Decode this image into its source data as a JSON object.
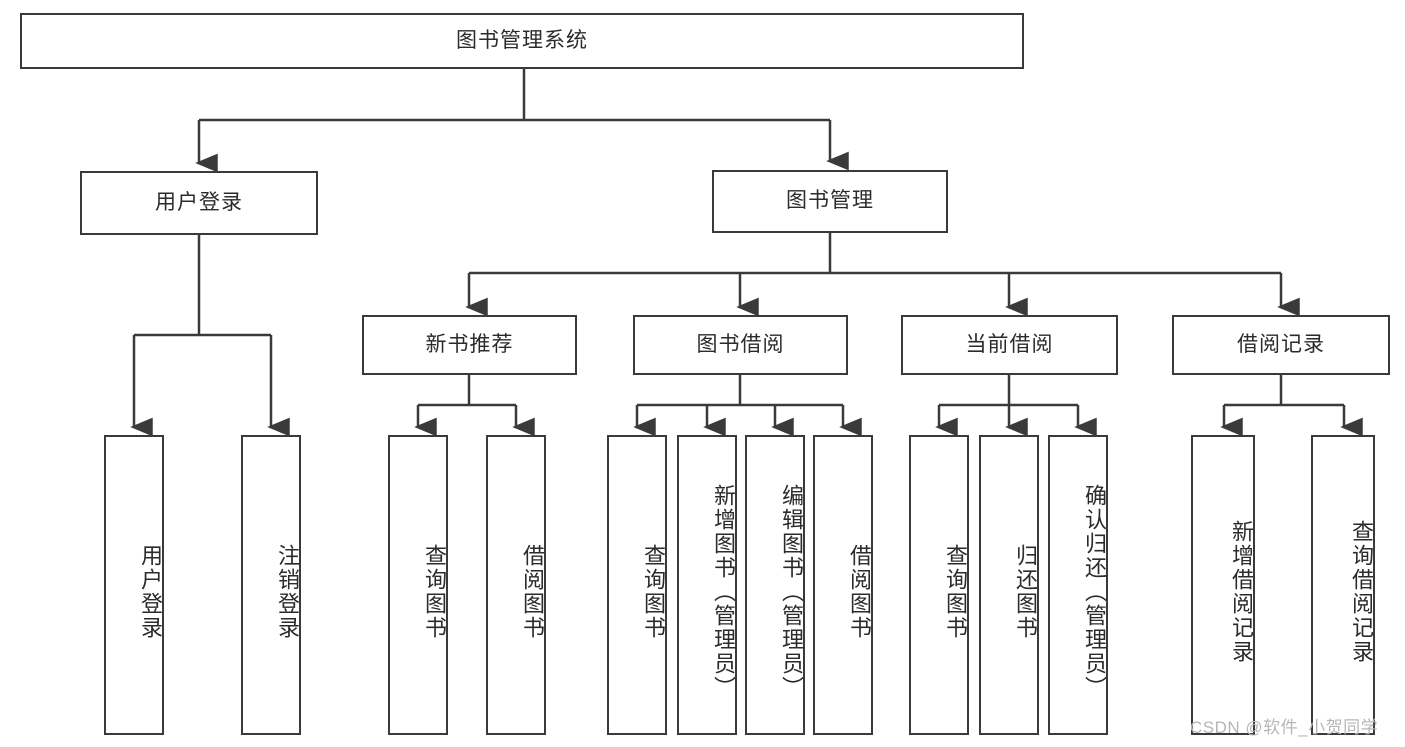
{
  "diagram": {
    "type": "tree-hierarchy",
    "title": "图书管理系统",
    "orientation": "top-down",
    "colors": {
      "box_border": "#3a3a3a",
      "box_fill": "#ffffff",
      "connector": "#3a3a3a",
      "text": "#2b2b2b",
      "watermark": "#b6b6b6"
    },
    "nodes": {
      "root": {
        "label": "图书管理系统",
        "level": 1,
        "text_orientation": "horizontal"
      },
      "l2": [
        {
          "id": "user-login",
          "label": "用户登录",
          "level": 2,
          "text_orientation": "horizontal"
        },
        {
          "id": "book-manage",
          "label": "图书管理",
          "level": 2,
          "text_orientation": "horizontal"
        }
      ],
      "l3": [
        {
          "id": "new-book-rec",
          "label": "新书推荐",
          "level": 3,
          "text_orientation": "horizontal",
          "parent": "book-manage"
        },
        {
          "id": "book-borrow",
          "label": "图书借阅",
          "level": 3,
          "text_orientation": "horizontal",
          "parent": "book-manage"
        },
        {
          "id": "current-borrow",
          "label": "当前借阅",
          "level": 3,
          "text_orientation": "horizontal",
          "parent": "book-manage"
        },
        {
          "id": "borrow-record",
          "label": "借阅记录",
          "level": 3,
          "text_orientation": "horizontal",
          "parent": "book-manage"
        }
      ],
      "leaves": [
        {
          "id": "leaf-user-login",
          "label": "用户登录",
          "parent": "user-login",
          "text_orientation": "vertical"
        },
        {
          "id": "leaf-user-logout",
          "label": "注销登录",
          "parent": "user-login",
          "text_orientation": "vertical"
        },
        {
          "id": "leaf-query-book-1",
          "label": "查询图书",
          "parent": "new-book-rec",
          "text_orientation": "vertical"
        },
        {
          "id": "leaf-borrow-book-1",
          "label": "借阅图书",
          "parent": "new-book-rec",
          "text_orientation": "vertical"
        },
        {
          "id": "leaf-query-book-2",
          "label": "查询图书",
          "parent": "book-borrow",
          "text_orientation": "vertical"
        },
        {
          "id": "leaf-add-book",
          "label": "新增图书（管理员）",
          "parent": "book-borrow",
          "text_orientation": "vertical"
        },
        {
          "id": "leaf-edit-book",
          "label": "编辑图书（管理员）",
          "parent": "book-borrow",
          "text_orientation": "vertical"
        },
        {
          "id": "leaf-borrow-book-2",
          "label": "借阅图书",
          "parent": "book-borrow",
          "text_orientation": "vertical"
        },
        {
          "id": "leaf-query-book-3",
          "label": "查询图书",
          "parent": "current-borrow",
          "text_orientation": "vertical"
        },
        {
          "id": "leaf-return-book",
          "label": "归还图书",
          "parent": "current-borrow",
          "text_orientation": "vertical"
        },
        {
          "id": "leaf-confirm-return",
          "label": "确认归还（管理员）",
          "parent": "current-borrow",
          "text_orientation": "vertical"
        },
        {
          "id": "leaf-add-record",
          "label": "新增借阅记录",
          "parent": "borrow-record",
          "text_orientation": "vertical"
        },
        {
          "id": "leaf-query-record",
          "label": "查询借阅记录",
          "parent": "borrow-record",
          "text_orientation": "vertical"
        }
      ]
    },
    "watermark": "CSDN @软件_小贺同学"
  }
}
